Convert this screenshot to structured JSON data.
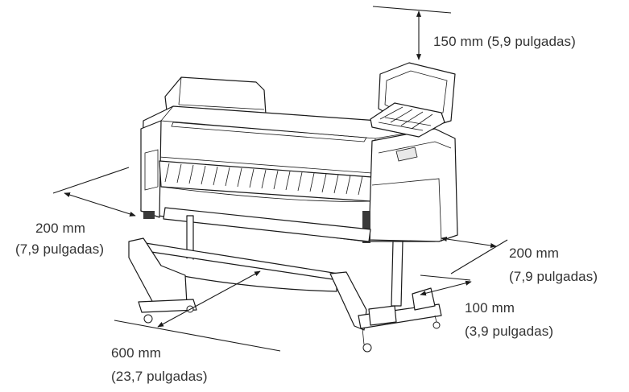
{
  "labels": {
    "top_mm": "150 mm (5,9 pulgadas)",
    "left_mm": "200 mm",
    "left_in": "(7,9 pulgadas)",
    "right_mm": "200 mm",
    "right_in": "(7,9 pulgadas)",
    "rear_mm": "100 mm",
    "rear_in": "(3,9 pulgadas)",
    "front_mm": "600 mm",
    "front_in": "(23,7 pulgadas)"
  },
  "colors": {
    "line": "#1a1a1a",
    "text": "#333333",
    "shade": "#e8e8e8"
  }
}
